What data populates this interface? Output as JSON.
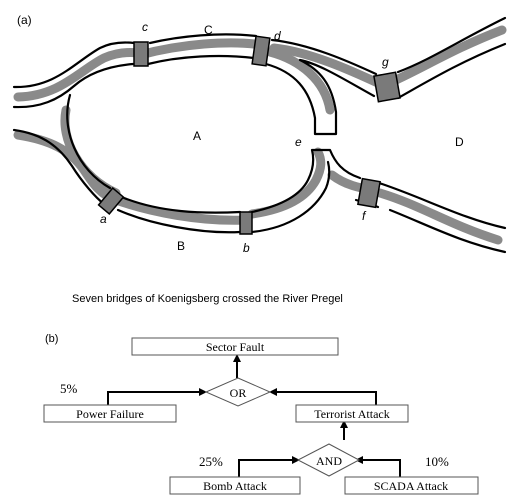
{
  "panel_a": {
    "label": "(a)",
    "caption": "Seven bridges of Koenigsberg crossed the River Pregel",
    "land_labels": {
      "A": "A",
      "B": "B",
      "C": "C",
      "D": "D"
    },
    "bridge_labels": {
      "a": "a",
      "b": "b",
      "c": "c",
      "d": "d",
      "e": "e",
      "f": "f",
      "g": "g"
    }
  },
  "panel_b": {
    "label": "(b)",
    "nodes": {
      "top": "Sector Fault",
      "or_gate": "OR",
      "and_gate": "AND",
      "power": "Power Failure",
      "terrorist": "Terrorist Attack",
      "bomb": "Bomb Attack",
      "scada": "SCADA Attack"
    },
    "probabilities": {
      "power": "5%",
      "bomb": "25%",
      "scada": "10%"
    }
  },
  "colors": {
    "river_gray": "#8a8a8a",
    "stroke": "#000000",
    "bridge": "#7a7a7a"
  }
}
